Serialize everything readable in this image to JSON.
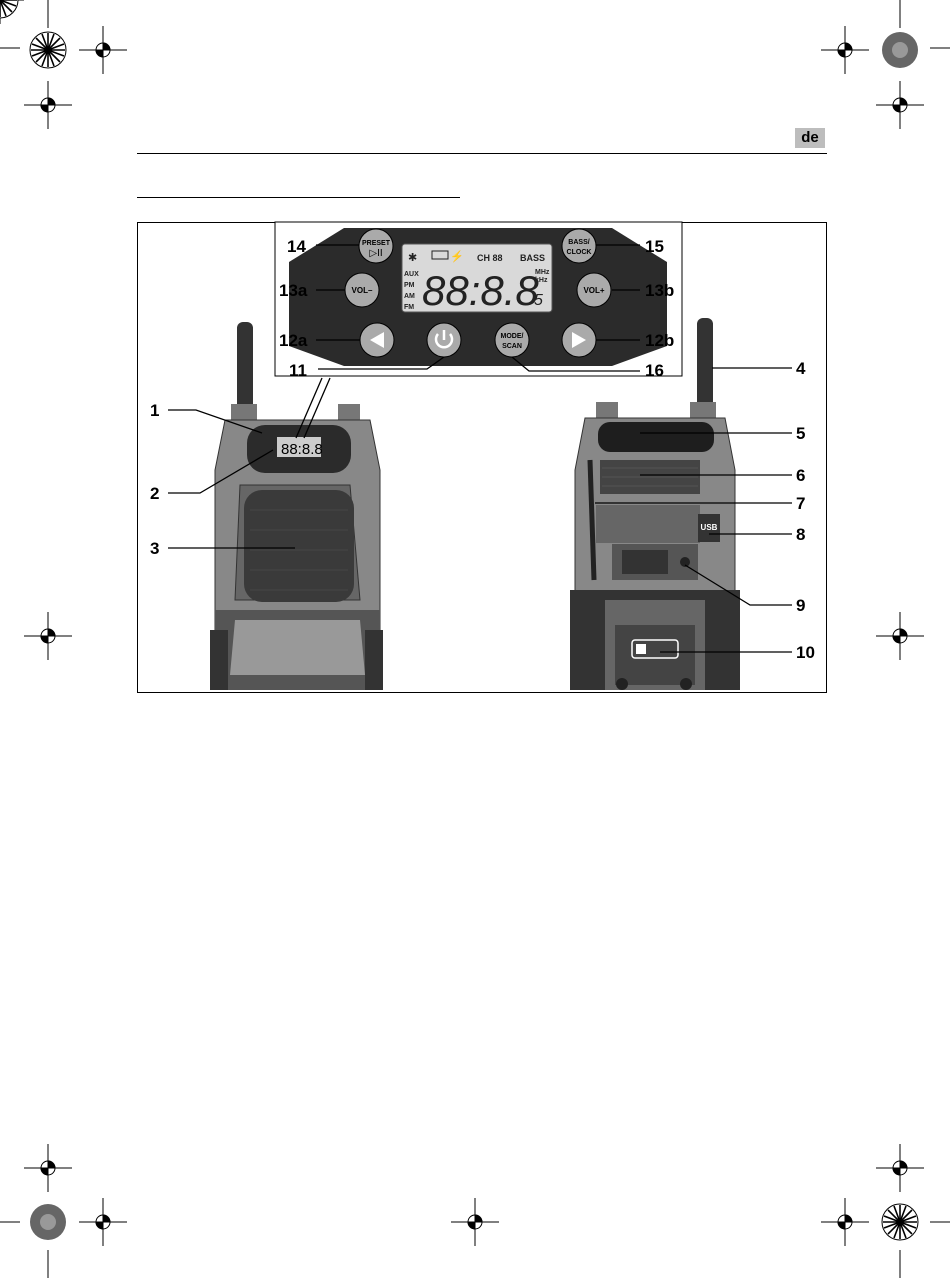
{
  "header": {
    "language_tag": "de"
  },
  "panel": {
    "buttons": {
      "preset": [
        "PRESET",
        "▷II"
      ],
      "bass_clock": [
        "BASS/",
        "CLOCK"
      ],
      "vol_minus": "VOL–",
      "vol_plus": "VOL+",
      "mode_scan": [
        "MODE/",
        "SCAN"
      ]
    },
    "lcd": {
      "digits": "88:8.8",
      "digit_suffix": "5",
      "channel": "CH 88",
      "bass": "BASS",
      "modes": [
        "AUX",
        "PM",
        "AM",
        "FM"
      ],
      "units": [
        "MHz",
        "kHz"
      ]
    }
  },
  "device_labels": {
    "usb": "USB"
  },
  "callouts": {
    "c14": "14",
    "c15": "15",
    "c13a": "13a",
    "c13b": "13b",
    "c12a": "12a",
    "c12b": "12b",
    "c11": "11",
    "c16": "16",
    "c1": "1",
    "c2": "2",
    "c3": "3",
    "c4": "4",
    "c5": "5",
    "c6": "6",
    "c7": "7",
    "c8": "8",
    "c9": "9",
    "c10": "10"
  }
}
